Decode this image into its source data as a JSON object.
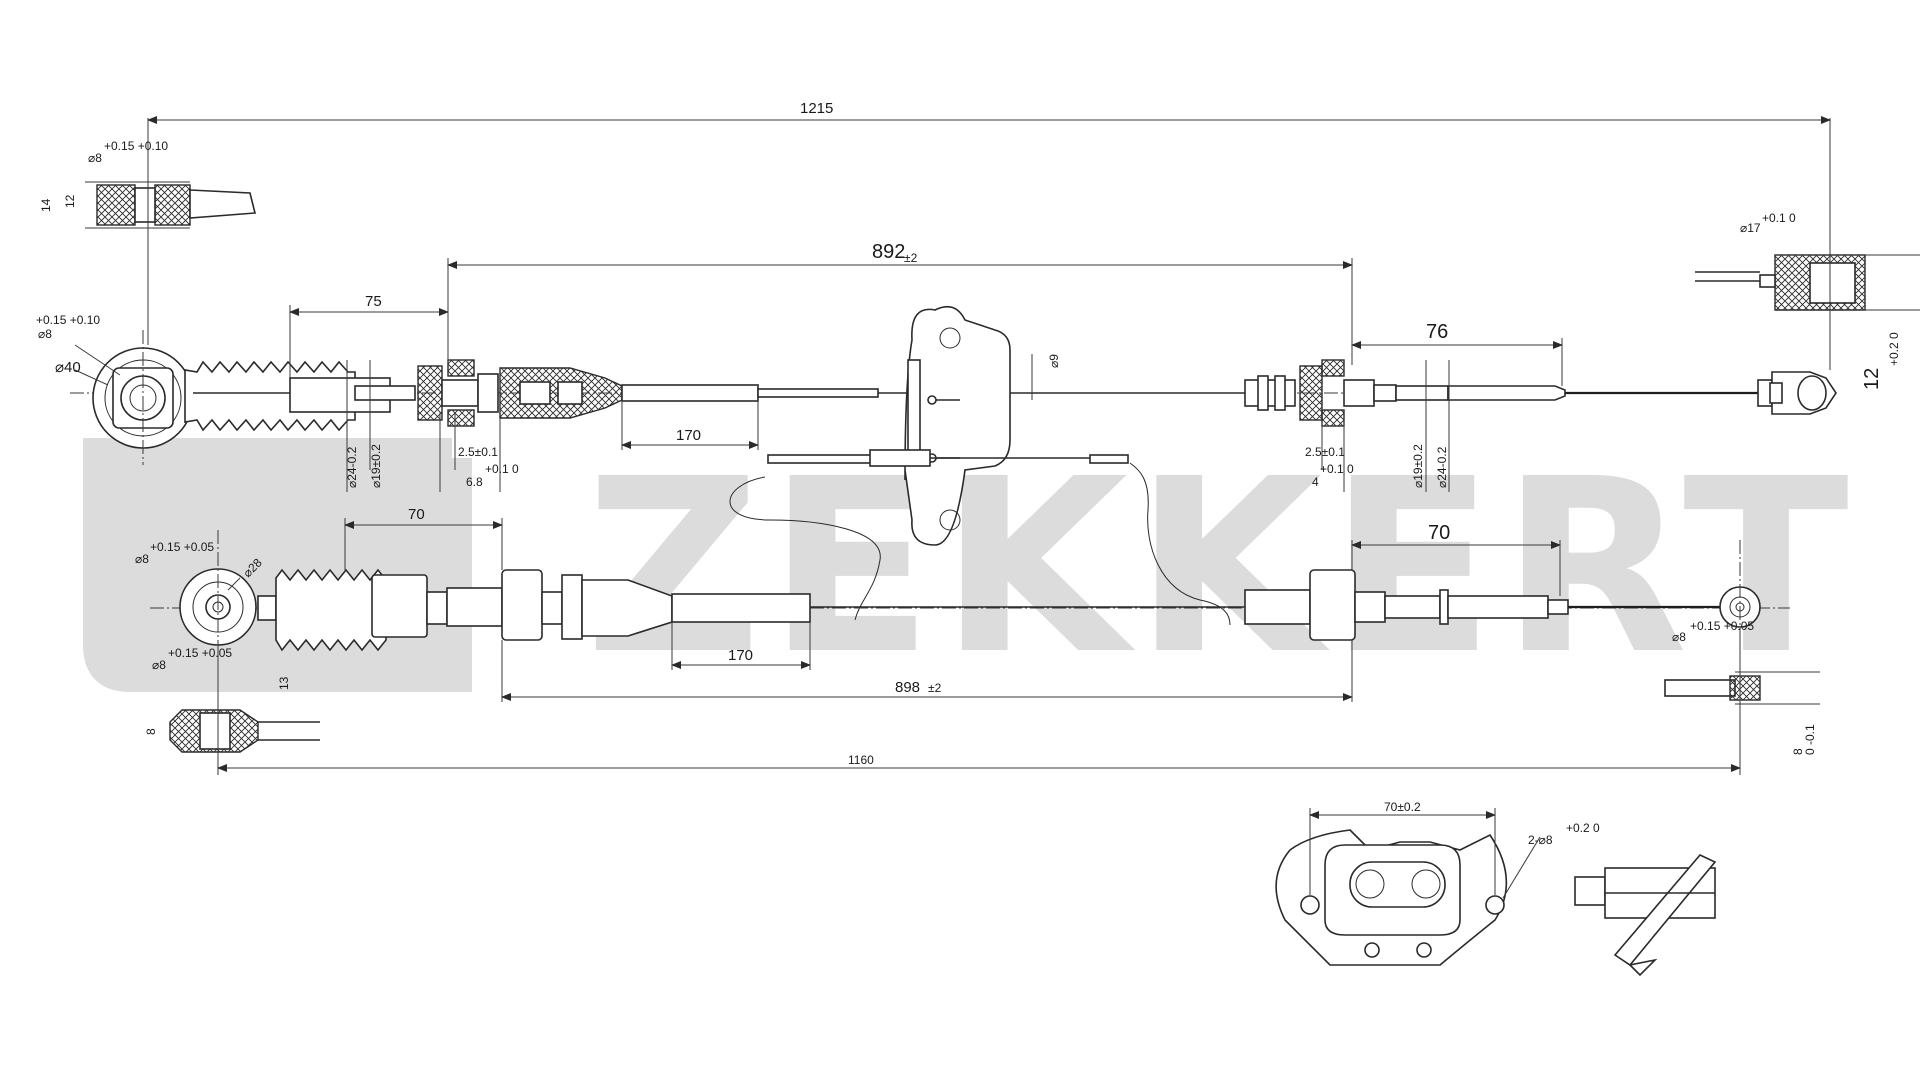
{
  "watermark": {
    "brand": "ZEKKERT",
    "color": "#dcdcdc"
  },
  "dimensions": {
    "overall_top": "1215",
    "main_length_top": "892",
    "main_length_top_tol": "±2",
    "boot_len_top": "75",
    "right_len_top": "76",
    "tube_len_top": "170",
    "clip_dia": "⌀9",
    "end_dia_top_left": "⌀8",
    "end_dia_top_left_tol": "+0.15 +0.10",
    "outer_dia_40": "⌀40",
    "eye_h14": "14",
    "eye_h12": "12",
    "eye_top_dia": "⌀8",
    "eye_top_dia_tol": "+0.15 +0.10",
    "d24_left": "⌀24-0.2",
    "d19_left": "⌀19±0.2",
    "t25_left": "2.5±0.1",
    "t68_left": "6.8",
    "t68_left_tol": "+0.1 0",
    "t25_right": "2.5±0.1",
    "t4_right": "4",
    "t4_right_tol": "+0.1 0",
    "d19_right": "⌀19±0.2",
    "d24_right": "⌀24-0.2",
    "d17_right": "⌀17",
    "d17_right_tol": "+0.1 0",
    "h12_right": "12",
    "h12_right_tol": "+0.2 0",
    "boot_len_bottom": "70",
    "right_len_bottom": "70",
    "tube_len_bottom": "170",
    "main_length_bottom": "898",
    "main_length_bottom_tol": "±2",
    "overall_bottom": "1160",
    "d28": "⌀28",
    "end_dia_bottom_left": "⌀8",
    "end_dia_bottom_left_tol": "+0.15 +0.05",
    "eye_bottom_dia": "⌀8",
    "eye_bottom_dia_tol": "+0.15 +0.05",
    "eye_bottom_h8": "8",
    "eye_bottom_h13": "13",
    "end_dia_bottom_right": "⌀8",
    "end_dia_bottom_right_tol": "+0.15 +0.05",
    "right_eye_h8": "8",
    "right_eye_h8_tol": "0 -0.1",
    "flange_spacing": "70±0.2",
    "flange_holes": "2-⌀8",
    "flange_holes_tol": "+0.2 0"
  }
}
